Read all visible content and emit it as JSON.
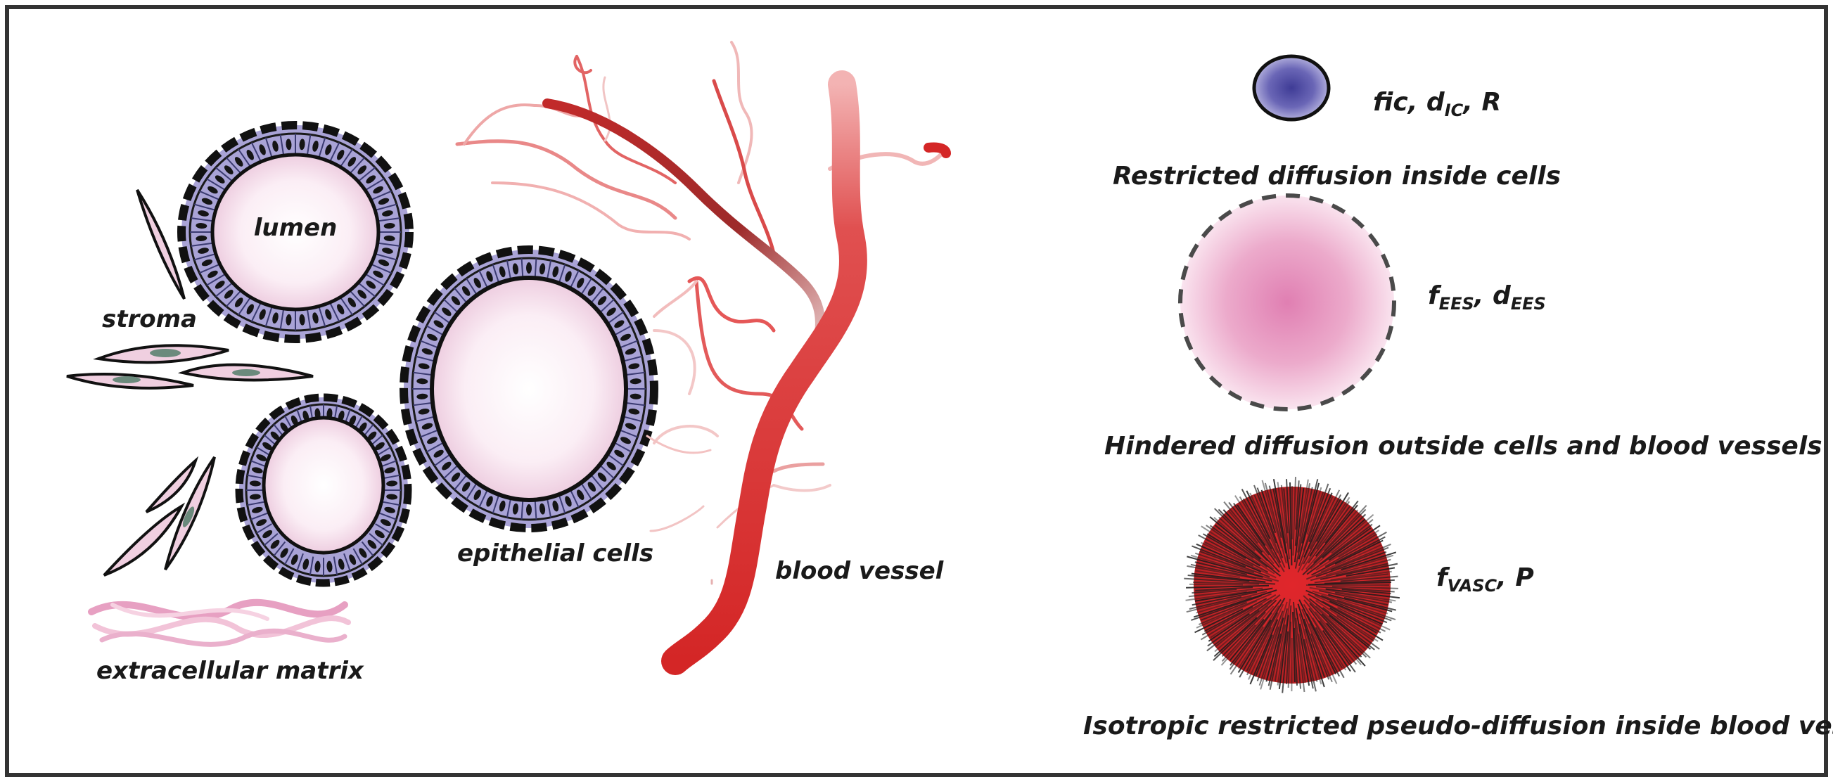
{
  "labels": {
    "lumen": "lumen",
    "stroma": "stroma",
    "epithelial_cells": "epithelial cells",
    "blood_vessel": "blood vessel",
    "extracellular_matrix": "extracellular matrix"
  },
  "legend": {
    "ic": {
      "param_1": "fic",
      "sep_1": ", ",
      "param_2_base": "d",
      "param_2_sub": "IC",
      "sep_2": ", ",
      "param_3": "R",
      "caption": "Restricted diffusion inside cells"
    },
    "ees": {
      "param_1_base": "f",
      "param_1_sub": "EES",
      "sep_1": ", ",
      "param_2_base": "d",
      "param_2_sub": "EES",
      "caption": "Hindered diffusion outside cells and blood vessels"
    },
    "vasc": {
      "param_1_base": "f",
      "param_1_sub": "VASC",
      "sep_1": ", ",
      "param_2": "P",
      "caption": "Isotropic restricted pseudo-diffusion inside blood vessels"
    }
  },
  "colors": {
    "cell_fill": "#a9a3d6",
    "cell_dark": "#4a4690",
    "lumen_fill": "#f3d4e6",
    "stroma_fill": "#f0cfe0",
    "vessel_red": "#d92a2a",
    "ees_pink": "#e48ab9",
    "border": "#333333"
  }
}
